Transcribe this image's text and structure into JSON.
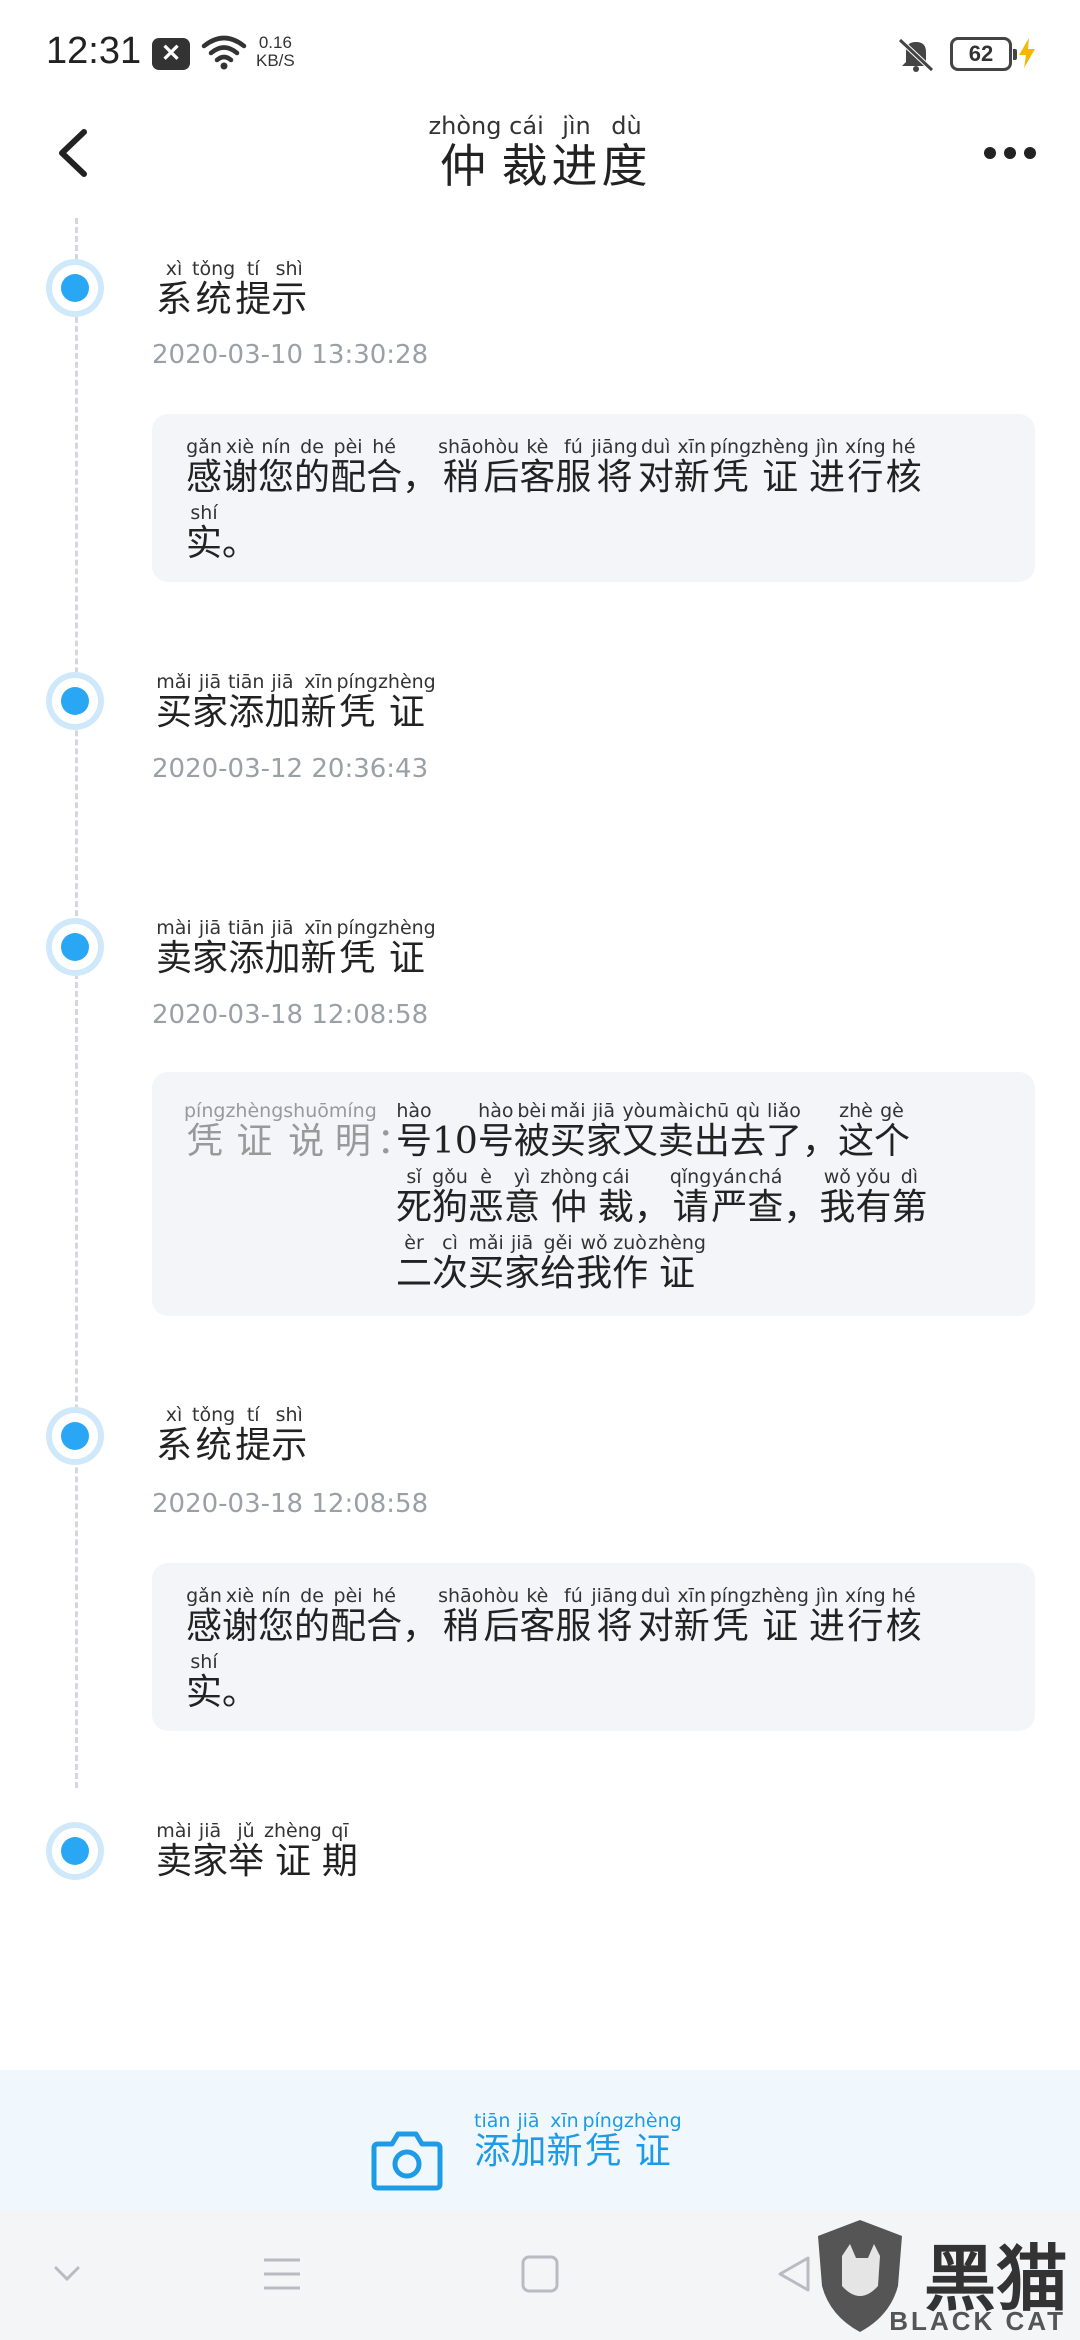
{
  "status_bar": {
    "time": "12:31",
    "net_speed_value": "0.16",
    "net_speed_unit": "KB/S",
    "battery": "62"
  },
  "header": {
    "title": [
      {
        "py": "zhòng",
        "hz": "仲"
      },
      {
        "py": "cái",
        "hz": "裁"
      },
      {
        "py": "jìn",
        "hz": "进"
      },
      {
        "py": "dù",
        "hz": "度"
      }
    ]
  },
  "events": [
    {
      "title": [
        {
          "py": "xì",
          "hz": "系"
        },
        {
          "py": "tǒng",
          "hz": "统"
        },
        {
          "py": "tí",
          "hz": "提"
        },
        {
          "py": "shì",
          "hz": "示"
        }
      ],
      "time": "2020-03-10 13:30:28",
      "card_lines": [
        [
          {
            "py": "gǎn",
            "hz": "感"
          },
          {
            "py": "xiè",
            "hz": "谢"
          },
          {
            "py": "nín",
            "hz": "您"
          },
          {
            "py": "de",
            "hz": "的"
          },
          {
            "py": "pèi",
            "hz": "配"
          },
          {
            "py": "hé",
            "hz": "合"
          },
          {
            "py": "",
            "hz": "，"
          },
          {
            "py": "shāo",
            "hz": "稍"
          },
          {
            "py": "hòu",
            "hz": "后"
          },
          {
            "py": "kè",
            "hz": "客"
          },
          {
            "py": "fú",
            "hz": "服"
          },
          {
            "py": "jiāng",
            "hz": "将"
          },
          {
            "py": "duì",
            "hz": "对"
          },
          {
            "py": "xīn",
            "hz": "新"
          },
          {
            "py": "píng",
            "hz": "凭"
          },
          {
            "py": "zhèng",
            "hz": "证"
          },
          {
            "py": "jìn",
            "hz": "进"
          },
          {
            "py": "xíng",
            "hz": "行"
          },
          {
            "py": "hé",
            "hz": "核"
          }
        ],
        [
          {
            "py": "shí",
            "hz": "实"
          },
          {
            "py": "",
            "hz": "。"
          }
        ]
      ]
    },
    {
      "title": [
        {
          "py": "mǎi",
          "hz": "买"
        },
        {
          "py": "jiā",
          "hz": "家"
        },
        {
          "py": "tiān",
          "hz": "添"
        },
        {
          "py": "jiā",
          "hz": "加"
        },
        {
          "py": "xīn",
          "hz": "新"
        },
        {
          "py": "píng",
          "hz": "凭"
        },
        {
          "py": "zhèng",
          "hz": "证"
        }
      ],
      "time": "2020-03-12 20:36:43"
    },
    {
      "title": [
        {
          "py": "mài",
          "hz": "卖"
        },
        {
          "py": "jiā",
          "hz": "家"
        },
        {
          "py": "tiān",
          "hz": "添"
        },
        {
          "py": "jiā",
          "hz": "加"
        },
        {
          "py": "xīn",
          "hz": "新"
        },
        {
          "py": "píng",
          "hz": "凭"
        },
        {
          "py": "zhèng",
          "hz": "证"
        }
      ],
      "time": "2020-03-18 12:08:58",
      "card_label": [
        {
          "py": "píng",
          "hz": "凭"
        },
        {
          "py": "zhèng",
          "hz": "证"
        },
        {
          "py": "shuō",
          "hz": "说"
        },
        {
          "py": "míng",
          "hz": "明"
        },
        {
          "py": "",
          "hz": "："
        }
      ],
      "card_lines": [
        [
          {
            "py": "hào",
            "hz": "号"
          },
          {
            "py": "",
            "hz": "10"
          },
          {
            "py": "hào",
            "hz": "号"
          },
          {
            "py": "bèi",
            "hz": "被"
          },
          {
            "py": "mǎi",
            "hz": "买"
          },
          {
            "py": "jiā",
            "hz": "家"
          },
          {
            "py": "yòu",
            "hz": "又"
          },
          {
            "py": "mài",
            "hz": "卖"
          },
          {
            "py": "chū",
            "hz": "出"
          },
          {
            "py": "qù",
            "hz": "去"
          },
          {
            "py": "liǎo",
            "hz": "了"
          },
          {
            "py": "",
            "hz": "，"
          },
          {
            "py": "zhè",
            "hz": "这"
          },
          {
            "py": "gè",
            "hz": "个"
          }
        ],
        [
          {
            "py": "sǐ",
            "hz": "死"
          },
          {
            "py": "gǒu",
            "hz": "狗"
          },
          {
            "py": "è",
            "hz": "恶"
          },
          {
            "py": "yì",
            "hz": "意"
          },
          {
            "py": "zhòng",
            "hz": "仲"
          },
          {
            "py": "cái",
            "hz": "裁"
          },
          {
            "py": "",
            "hz": "，"
          },
          {
            "py": "qǐng",
            "hz": "请"
          },
          {
            "py": "yán",
            "hz": "严"
          },
          {
            "py": "chá",
            "hz": "查"
          },
          {
            "py": "",
            "hz": "，"
          },
          {
            "py": "wǒ",
            "hz": "我"
          },
          {
            "py": "yǒu",
            "hz": "有"
          },
          {
            "py": "dì",
            "hz": "第"
          }
        ],
        [
          {
            "py": "èr",
            "hz": "二"
          },
          {
            "py": "cì",
            "hz": "次"
          },
          {
            "py": "mǎi",
            "hz": "买"
          },
          {
            "py": "jiā",
            "hz": "家"
          },
          {
            "py": "gěi",
            "hz": "给"
          },
          {
            "py": "wǒ",
            "hz": "我"
          },
          {
            "py": "zuò",
            "hz": "作"
          },
          {
            "py": "zhèng",
            "hz": "证"
          }
        ]
      ]
    },
    {
      "title": [
        {
          "py": "xì",
          "hz": "系"
        },
        {
          "py": "tǒng",
          "hz": "统"
        },
        {
          "py": "tí",
          "hz": "提"
        },
        {
          "py": "shì",
          "hz": "示"
        }
      ],
      "time": "2020-03-18 12:08:58",
      "card_lines": [
        [
          {
            "py": "gǎn",
            "hz": "感"
          },
          {
            "py": "xiè",
            "hz": "谢"
          },
          {
            "py": "nín",
            "hz": "您"
          },
          {
            "py": "de",
            "hz": "的"
          },
          {
            "py": "pèi",
            "hz": "配"
          },
          {
            "py": "hé",
            "hz": "合"
          },
          {
            "py": "",
            "hz": "，"
          },
          {
            "py": "shāo",
            "hz": "稍"
          },
          {
            "py": "hòu",
            "hz": "后"
          },
          {
            "py": "kè",
            "hz": "客"
          },
          {
            "py": "fú",
            "hz": "服"
          },
          {
            "py": "jiāng",
            "hz": "将"
          },
          {
            "py": "duì",
            "hz": "对"
          },
          {
            "py": "xīn",
            "hz": "新"
          },
          {
            "py": "píng",
            "hz": "凭"
          },
          {
            "py": "zhèng",
            "hz": "证"
          },
          {
            "py": "jìn",
            "hz": "进"
          },
          {
            "py": "xíng",
            "hz": "行"
          },
          {
            "py": "hé",
            "hz": "核"
          }
        ],
        [
          {
            "py": "shí",
            "hz": "实"
          },
          {
            "py": "",
            "hz": "。"
          }
        ]
      ]
    },
    {
      "title": [
        {
          "py": "mài",
          "hz": "卖"
        },
        {
          "py": "jiā",
          "hz": "家"
        },
        {
          "py": "jǔ",
          "hz": "举"
        },
        {
          "py": "zhèng",
          "hz": "证"
        },
        {
          "py": "qī",
          "hz": "期"
        }
      ]
    }
  ],
  "action_bar": {
    "label": [
      {
        "py": "tiān",
        "hz": "添"
      },
      {
        "py": "jiā",
        "hz": "加"
      },
      {
        "py": "xīn",
        "hz": "新"
      },
      {
        "py": "píng",
        "hz": "凭"
      },
      {
        "py": "zhèng",
        "hz": "证"
      }
    ],
    "icon": "camera-icon"
  },
  "watermark": {
    "cn": "黑猫",
    "en": "BLACK CAT"
  },
  "colors": {
    "accent": "#2aa7f4",
    "card_bg": "#f3f5f8",
    "action_bg": "#f0f8fe"
  }
}
